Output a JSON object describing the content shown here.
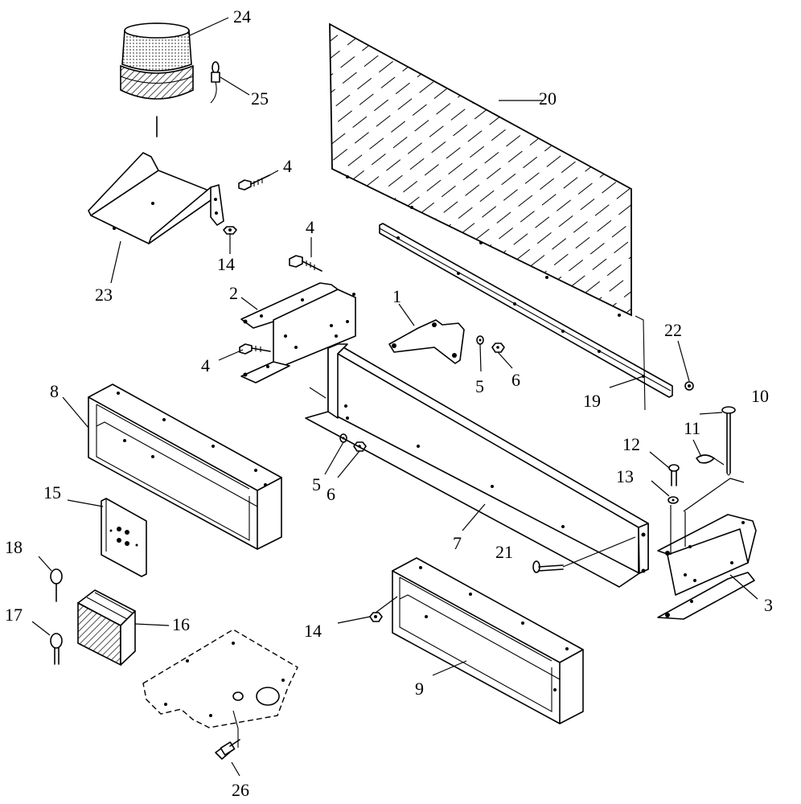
{
  "callouts": {
    "c1": "1",
    "c2": "2",
    "c3": "3",
    "c4a": "4",
    "c4b": "4",
    "c4c": "4",
    "c5a": "5",
    "c5b": "5",
    "c6a": "6",
    "c6b": "6",
    "c7": "7",
    "c8": "8",
    "c9": "9",
    "c10": "10",
    "c11": "11",
    "c12": "12",
    "c13": "13",
    "c14a": "14",
    "c14b": "14",
    "c15": "15",
    "c16": "16",
    "c17": "17",
    "c18": "18",
    "c19": "19",
    "c20": "20",
    "c21": "21",
    "c22": "22",
    "c23": "23",
    "c24": "24",
    "c25": "25",
    "c26": "26"
  }
}
